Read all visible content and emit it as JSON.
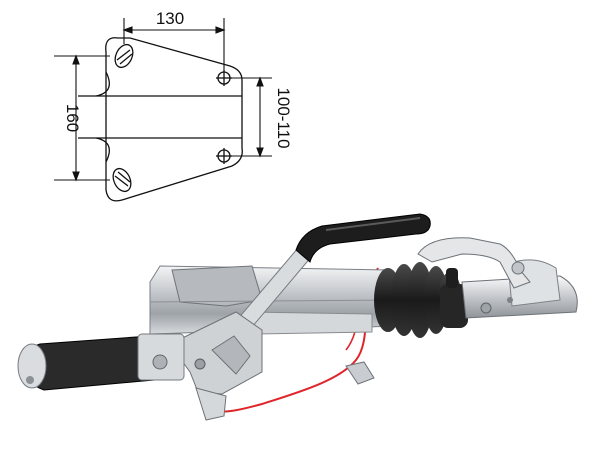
{
  "diagram": {
    "dimensions": {
      "top_width": "130",
      "left_height": "160",
      "right_height": "100-110"
    }
  },
  "colors": {
    "line": "#111111",
    "steel_light": "#e6e8ea",
    "steel_mid": "#c3c7cb",
    "steel_dark": "#8d9297",
    "rubber": "#1c1c1c",
    "cable": "#e0242a"
  }
}
